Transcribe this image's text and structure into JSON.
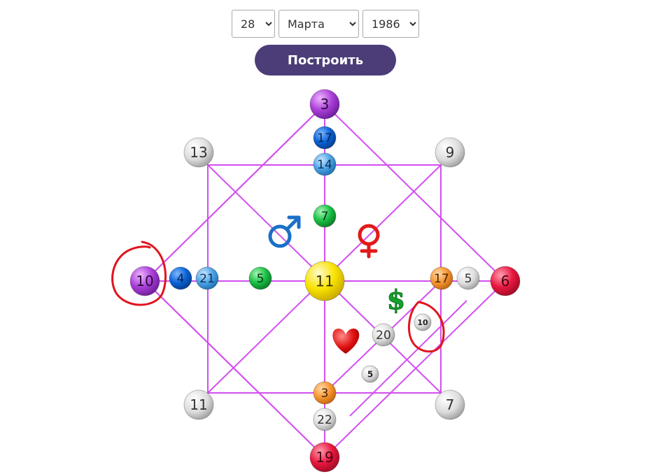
{
  "form": {
    "day": {
      "selected": "28"
    },
    "month": {
      "selected": "Марта"
    },
    "year": {
      "selected": "1986"
    },
    "build_label": "Построить"
  },
  "matrix": {
    "center": "11",
    "left_outer": "10",
    "left_inner1": "4",
    "left_inner2": "21",
    "left_mid": "5",
    "top_outer": "3",
    "top_inner1": "17",
    "top_inner2": "14",
    "top_mid": "7",
    "right_outer": "6",
    "right_inner1": "5",
    "right_inner2": "17",
    "bottom_outer": "19",
    "bottom_inner1": "22",
    "bottom_inner2": "3",
    "corner_top_left": "13",
    "corner_top_right": "9",
    "corner_bottom_left": "11",
    "corner_bottom_right": "7",
    "diag_money": "10",
    "diag_love": "20",
    "diag_small": "5",
    "symbols": {
      "male": "♂",
      "female": "♀",
      "dollar": "$"
    }
  },
  "colors": {
    "lines": "#d24ff0",
    "purple": "#9a2fc9",
    "blue": "#0a5fcf",
    "lightblue": "#3f9ae0",
    "green": "#15b33a",
    "yellow": "#f2d900",
    "orange": "#f0892a",
    "red": "#e0153a",
    "gray": "#d4d4d4",
    "male": "#1a6fc9",
    "female": "#e21a1a",
    "dollar": "#14a32a",
    "button": "#4c3d78",
    "annotation": "#e0141e"
  }
}
